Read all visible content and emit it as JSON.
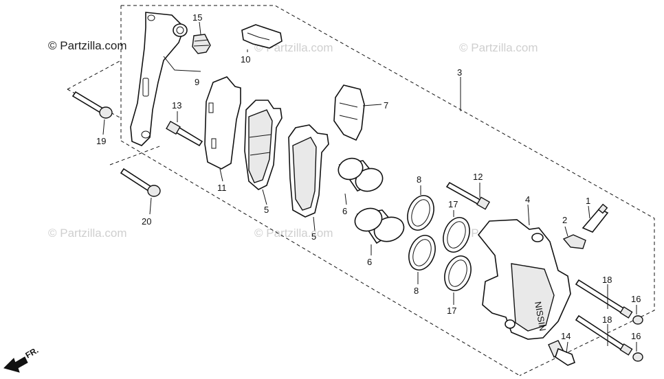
{
  "watermarks": {
    "main": "© Partzilla.com",
    "faint": "© Partzilla.com"
  },
  "direction_marker": "FR.",
  "callouts": {
    "c1": "1",
    "c2": "2",
    "c3": "3",
    "c4": "4",
    "c5a": "5",
    "c5b": "5",
    "c6a": "6",
    "c6b": "6",
    "c7": "7",
    "c8a": "8",
    "c8b": "8",
    "c9": "9",
    "c10": "10",
    "c11": "11",
    "c12": "12",
    "c13": "13",
    "c14": "14",
    "c15": "15",
    "c16a": "16",
    "c16b": "16",
    "c17a": "17",
    "c17b": "17",
    "c18a": "18",
    "c18b": "18",
    "c19": "19",
    "c20": "20"
  },
  "caliper_marking": "NISSIN"
}
